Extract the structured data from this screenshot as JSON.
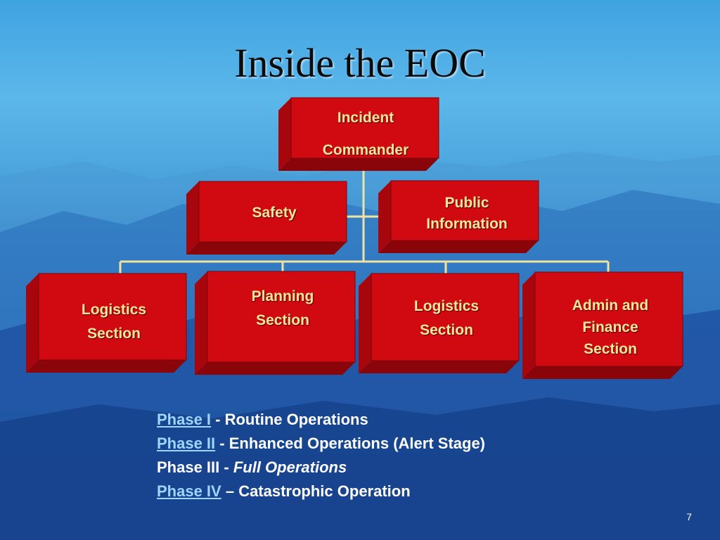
{
  "slide": {
    "title": "Inside the EOC",
    "page_number": "7"
  },
  "org_chart": {
    "box_front_color": "#d10a12",
    "box_side_color": "#a8060d",
    "box_text_color": "#ffe79a",
    "connector_color": "#f2e2a0",
    "nodes": {
      "incident_commander": [
        "Incident",
        "Commander"
      ],
      "safety": [
        "Safety"
      ],
      "public_information": [
        "Public",
        "Information"
      ],
      "logistics_1": [
        "Logistics",
        "Section"
      ],
      "planning": [
        "Planning",
        "Section"
      ],
      "logistics_2": [
        "Logistics",
        "Section"
      ],
      "admin_finance": [
        "Admin and",
        "Finance",
        "Section"
      ]
    }
  },
  "phases": [
    {
      "label": "Phase I",
      "linked": true,
      "sep": " - ",
      "desc": "Routine Operations",
      "italic": false
    },
    {
      "label": "Phase II",
      "linked": true,
      "sep": " - ",
      "desc": "Enhanced Operations (Alert Stage)",
      "italic": false
    },
    {
      "label": "Phase III",
      "linked": false,
      "sep": " - ",
      "desc": "Full Operations",
      "italic": true
    },
    {
      "label": "Phase IV",
      "linked": true,
      "sep": " – ",
      "desc": "Catastrophic Operation",
      "italic": false
    }
  ]
}
